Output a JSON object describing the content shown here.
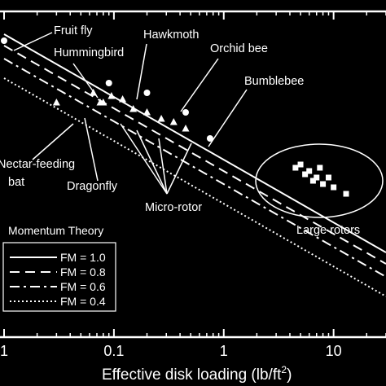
{
  "chart_data": {
    "type": "scatter",
    "xscale": "log",
    "xlim": [
      0.01,
      30
    ],
    "ylim": [
      0,
      1
    ],
    "grid": false,
    "x_ticks": [
      {
        "value": 0.01,
        "label": "1"
      },
      {
        "value": 0.1,
        "label": "0.1"
      },
      {
        "value": 1,
        "label": "1"
      },
      {
        "value": 10,
        "label": "10"
      }
    ],
    "xlabel_main": "Effective disk loading (lb/ft",
    "xlabel_sup": "2",
    "xlabel_end": ")",
    "legend": {
      "title": "Momentum Theory",
      "placement": "bottom-left",
      "entries": [
        {
          "label": "FM = 1.0",
          "style": "solid"
        },
        {
          "label": "FM = 0.8",
          "style": "dashed"
        },
        {
          "label": "FM = 0.6",
          "style": "dashdot"
        },
        {
          "label": "FM = 0.4",
          "style": "dotted"
        }
      ]
    },
    "lines": [
      {
        "fm": 1.0,
        "x": [
          0.01,
          30
        ],
        "y": [
          0.93,
          0.26
        ]
      },
      {
        "fm": 0.8,
        "x": [
          0.01,
          30
        ],
        "y": [
          0.895,
          0.225
        ]
      },
      {
        "fm": 0.6,
        "x": [
          0.01,
          30
        ],
        "y": [
          0.855,
          0.185
        ]
      },
      {
        "fm": 0.4,
        "x": [
          0.01,
          30
        ],
        "y": [
          0.795,
          0.125
        ]
      }
    ],
    "series": [
      {
        "marker": "circle",
        "x": [
          0.01,
          0.09,
          0.2,
          0.45,
          0.75
        ],
        "y": [
          0.91,
          0.78,
          0.75,
          0.69,
          0.61
        ]
      },
      {
        "marker": "triangle",
        "x": [
          0.03,
          0.065,
          0.075,
          0.08,
          0.095,
          0.12,
          0.15,
          0.2,
          0.27,
          0.35,
          0.45
        ],
        "y": [
          0.72,
          0.75,
          0.72,
          0.72,
          0.74,
          0.73,
          0.7,
          0.69,
          0.67,
          0.66,
          0.64
        ]
      },
      {
        "marker": "square",
        "x": [
          4.5,
          5,
          5.5,
          6,
          6.5,
          7,
          7.5,
          8,
          9,
          10,
          13
        ],
        "y": [
          0.52,
          0.53,
          0.5,
          0.51,
          0.48,
          0.49,
          0.52,
          0.47,
          0.49,
          0.46,
          0.44
        ]
      }
    ],
    "annotations": [
      {
        "text": "Fruit fly"
      },
      {
        "text": "Hawkmoth"
      },
      {
        "text": "Hummingbird"
      },
      {
        "text": "Orchid bee"
      },
      {
        "text": "Bumblebee"
      },
      {
        "text": "Nectar-feeding"
      },
      {
        "text": "bat"
      },
      {
        "text": "Dragonfly"
      },
      {
        "text": "Micro-rotor"
      },
      {
        "text": "Large rotors"
      }
    ]
  }
}
